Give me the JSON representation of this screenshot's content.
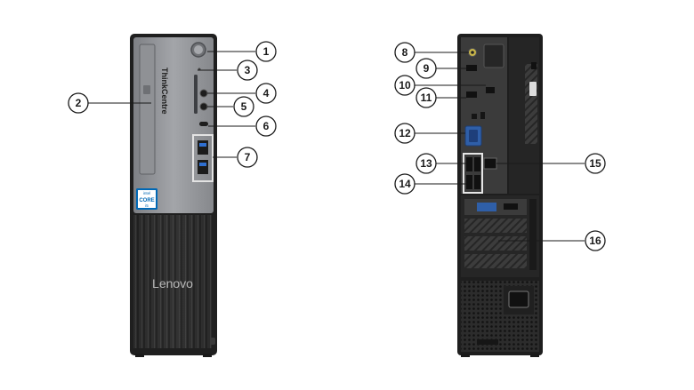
{
  "front": {
    "brand_logo": "Lenovo",
    "side_label": "ThinkCentre",
    "cpu_badge": {
      "line1": "intel",
      "line2": "CORE",
      "line3": "i5"
    }
  },
  "callouts": [
    {
      "id": "1",
      "label": "1"
    },
    {
      "id": "2",
      "label": "2"
    },
    {
      "id": "3",
      "label": "3"
    },
    {
      "id": "4",
      "label": "4"
    },
    {
      "id": "5",
      "label": "5"
    },
    {
      "id": "6",
      "label": "6"
    },
    {
      "id": "7",
      "label": "7"
    },
    {
      "id": "8",
      "label": "8"
    },
    {
      "id": "9",
      "label": "9"
    },
    {
      "id": "10",
      "label": "10"
    },
    {
      "id": "11",
      "label": "11"
    },
    {
      "id": "12",
      "label": "12"
    },
    {
      "id": "13",
      "label": "13"
    },
    {
      "id": "14",
      "label": "14"
    },
    {
      "id": "15",
      "label": "15"
    },
    {
      "id": "16",
      "label": "16"
    }
  ],
  "colors": {
    "chassis_dark": "#2b2b2b",
    "front_panel": "#8d8f93",
    "rear_metal": "#3a3a3a",
    "highlight_box": "#e6e6e6",
    "vga_blue": "#2f5fa8",
    "intel_blue": "#0068b5"
  }
}
